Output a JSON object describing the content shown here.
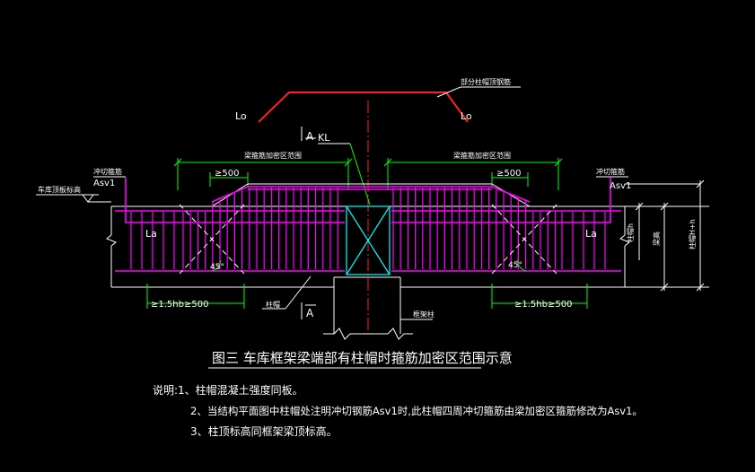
{
  "labels": {
    "lo_left": "Lo",
    "lo_right": "Lo",
    "cap_rebar": "部分柱帽顶钢筋",
    "kl": "KL",
    "dense_left": "梁箍筋加密区范围",
    "dense_right": "梁箍筋加密区范围",
    "ge500_left": "≥500",
    "ge500_right": "≥500",
    "punch_left_title": "冲切箍筋",
    "punch_left_asv": "Asv1",
    "punch_right_title": "冲切箍筋",
    "punch_right_asv": "Asv1",
    "roof_elev": "车库顶板标高",
    "la_left": "La",
    "la_right": "La",
    "angle_left": "45°",
    "angle_right": "45°",
    "dim_left": "≥1.5hb≥500",
    "dim_right": "≥1.5hb≥500",
    "cap": "柱帽",
    "column": "框架柱",
    "dim_v1": "柱帽h",
    "dim_v2": "梁高",
    "dim_v3": "柱帽H+h",
    "section_mark": "A"
  },
  "caption": "图三    车库框架梁端部有柱帽时箍筋加密区范围示意",
  "notes": {
    "n1": "说明:1、柱帽混凝土强度同板。",
    "n2": "2、当结构平面图中柱帽处注明冲切钢筋Asv1时,此柱帽四周冲切箍筋由梁加密区箍筋修改为Asv1。",
    "n3": "3、柱顶标高同框架梁顶标高。"
  },
  "colors": {
    "magenta": "#ff00ff",
    "green": "#00ff00",
    "white": "#ffffff",
    "cyan": "#00ffff",
    "red": "#ff2020",
    "background": "#000000"
  }
}
